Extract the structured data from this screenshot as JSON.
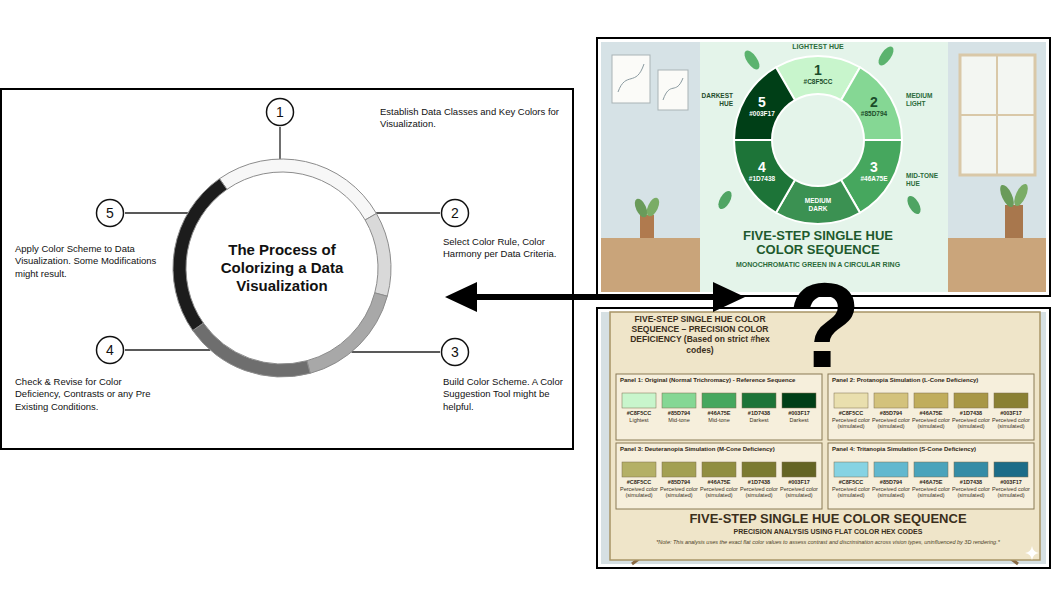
{
  "diagram": {
    "nodes": [
      {
        "text": [
          "The Process of Colorizing a Data Visualization"
        ]
      },
      {
        "text": [
          "1"
        ]
      },
      {
        "text": [
          "2"
        ]
      },
      {
        "text": [
          "3"
        ]
      },
      {
        "text": [
          "4"
        ]
      },
      {
        "text": [
          "5"
        ]
      }
    ],
    "edges": [
      {
        "from": 1,
        "to": 0,
        "arrow": "none"
      },
      {
        "from": 2,
        "to": 0,
        "arrow": "none"
      },
      {
        "from": 3,
        "to": 0,
        "arrow": "none"
      },
      {
        "from": 4,
        "to": 0,
        "arrow": "none"
      },
      {
        "from": 5,
        "to": 0,
        "arrow": "none"
      }
    ],
    "labels": [
      "Establish Data Classes and Key Colors for Visualization.",
      "Select Color Rule, Color Harmony per Data Criteria.",
      "Build Color Scheme. A Color Suggestion Tool might be helpful.",
      "Check & Revise for Color Deficiency, Contrasts or any Pre Existing Conditions.",
      "Apply Color Scheme to Data Visualization. Some Modifications might result.",
      "LIGHTEST HUE",
      "1",
      "#C8F5CC",
      "2",
      "#85D794",
      "MEDIUM LIGHT",
      "5",
      "#003F17",
      "DARKEST HUE",
      "3",
      "#46A75E",
      "MID-TONE HUE",
      "4",
      "#1D7438",
      "MEDIUM DARK",
      "FIVE-STEP SINGLE HUE COLOR SEQUENCE",
      "MONOCHROMATIC GREEN IN A CIRCULAR RING",
      "?",
      "FIVE-STEP SINGLE HUE COLOR SEQUENCE – PRECISION COLOR DEFICIENCY (Based on strict #hex codes)",
      "Panel 1: Original (Normal Trichromacy) - Reference Sequence",
      "#C8F5CC",
      "Lightest",
      "#85D794",
      "Mid-tone",
      "#46A75E",
      "Mid-tone",
      "#1D7438",
      "Darkest",
      "#003F17",
      "Darkest",
      "Panel 2: Protanopia Simulation (L-Cone Deficiency)",
      "#C8F5CC",
      "Perceived color (simulated)",
      "#85D794",
      "Perceived color (simulated)",
      "#46A75E",
      "Perceived color (simulated)",
      "#1D7438",
      "Perceived color (simulated)",
      "#003F17",
      "Perceived color (simulated)",
      "Panel 3: Deuteranopia Simulation (M-Cone Deficiency)",
      "#C8F5CC",
      "Perceived color (simulated)",
      "#85D794",
      "Perceived color (simulated)",
      "#46A75E",
      "Perceived color (simulated)",
      "#1D7438",
      "Perceived color (simulated)",
      "#003F17",
      "Perceived color (simulated)",
      "Panel 4: Tritanopia Simulation (S-Cone Deficiency)",
      "#C8F5CC",
      "Perceived color (simulated)",
      "#85D794",
      "Perceived color (simulated)",
      "#46A75E",
      "Perceived color (simulated)",
      "#1D7438",
      "Perceived color (simulated)",
      "#003F17",
      "Perceived color (simulated)",
      "FIVE-STEP SINGLE HUE COLOR SEQUENCE",
      "PRECISION ANALYSIS USING FLAT COLOR HEX CODES",
      "*Note: This analysis uses the exact flat color values to assess contrast and discrimination across vision types, uninfluenced by 3D rendering.*"
    ]
  }
}
